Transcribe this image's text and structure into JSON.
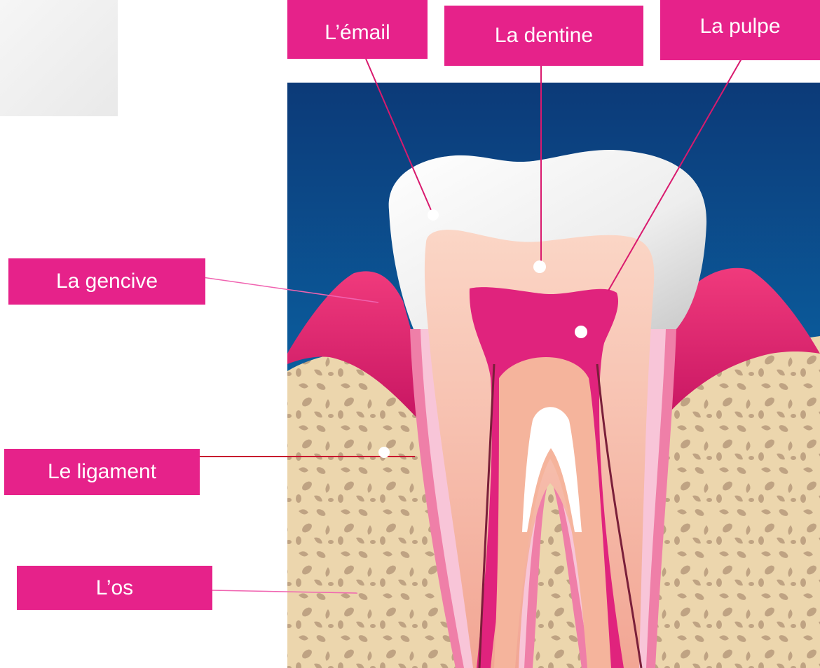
{
  "labels": {
    "email": "L’émail",
    "dentine": "La dentine",
    "pulpe": "La pulpe",
    "gencive": "La gencive",
    "ligament": "Le ligament",
    "os": "L’os"
  },
  "colors": {
    "label_bg": "#e6228a",
    "label_text": "#ffffff",
    "background_top": "#0c3a78",
    "background_bottom": "#0f86c0",
    "enamel": "#f4f4f4",
    "dentine": "#f7b7a0",
    "pulp": "#e0237d",
    "gum": "#e8226d",
    "bone": "#ecd6ad",
    "bone_spots": "#bfa383"
  }
}
